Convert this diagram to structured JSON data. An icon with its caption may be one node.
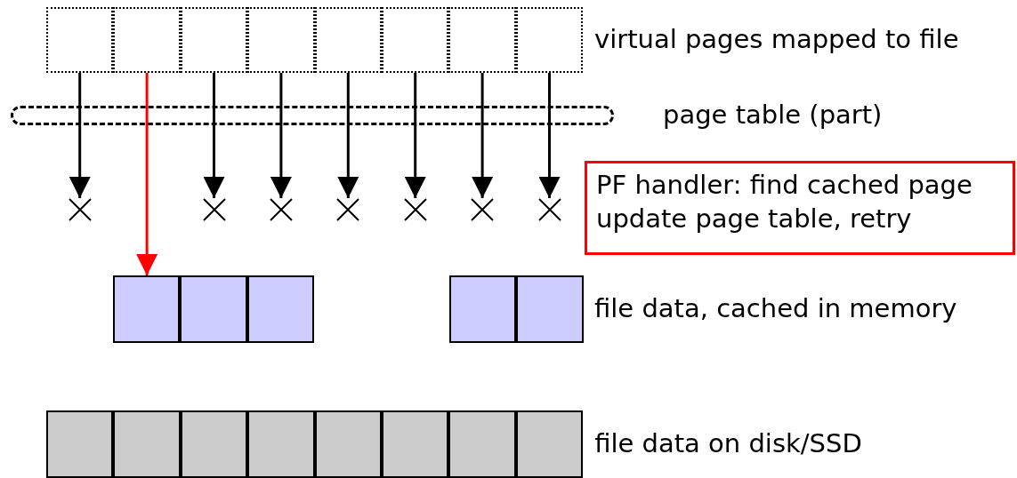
{
  "diagram": {
    "nodes": [
      {
        "text": [],
        "shape": "box"
      },
      {
        "text": [],
        "shape": "box"
      },
      {
        "text": [],
        "shape": "box"
      },
      {
        "text": [],
        "shape": "box"
      },
      {
        "text": [],
        "shape": "box"
      },
      {
        "text": [],
        "shape": "box"
      },
      {
        "text": [],
        "shape": "box"
      },
      {
        "text": [],
        "shape": "box"
      },
      {
        "text": [],
        "shape": "cross"
      },
      {
        "text": [],
        "shape": "cross"
      },
      {
        "text": [],
        "shape": "cross"
      },
      {
        "text": [],
        "shape": "cross"
      },
      {
        "text": [],
        "shape": "cross"
      },
      {
        "text": [],
        "shape": "cross"
      },
      {
        "text": [],
        "shape": "cross"
      },
      {
        "text": [
          "PF handler: find cached page",
          "update page table, retry"
        ]
      },
      {
        "text": [],
        "shape": "box"
      },
      {
        "text": [],
        "shape": "box"
      },
      {
        "text": [],
        "shape": "box"
      },
      {
        "text": [],
        "shape": "box"
      },
      {
        "text": [],
        "shape": "box"
      },
      {
        "text": [],
        "shape": "box"
      },
      {
        "text": [],
        "shape": "box"
      },
      {
        "text": [],
        "shape": "box"
      },
      {
        "text": [],
        "shape": "box"
      },
      {
        "text": [],
        "shape": "box"
      },
      {
        "text": [],
        "shape": "box"
      },
      {
        "text": [],
        "shape": "box"
      },
      {
        "text": [],
        "shape": "box",
        "beside": [
          "file data on disk/SSD"
        ]
      }
    ],
    "edges": [
      {
        "from": 0,
        "to": 8,
        "arrow": "to"
      },
      {
        "from": 1,
        "to": 16,
        "arrow": "to",
        "color": "#ff0000"
      },
      {
        "from": 2,
        "to": 9,
        "arrow": "to"
      },
      {
        "from": 3,
        "to": 10,
        "arrow": "to"
      },
      {
        "from": 4,
        "to": 11,
        "arrow": "to"
      },
      {
        "from": 5,
        "to": 12,
        "arrow": "to"
      },
      {
        "from": 6,
        "to": 13,
        "arrow": "to"
      },
      {
        "from": 7,
        "to": 14,
        "arrow": "to"
      }
    ],
    "labels": [
      "virtual pages mapped to file",
      "page table (part)",
      "file data, cached in memory"
    ]
  }
}
